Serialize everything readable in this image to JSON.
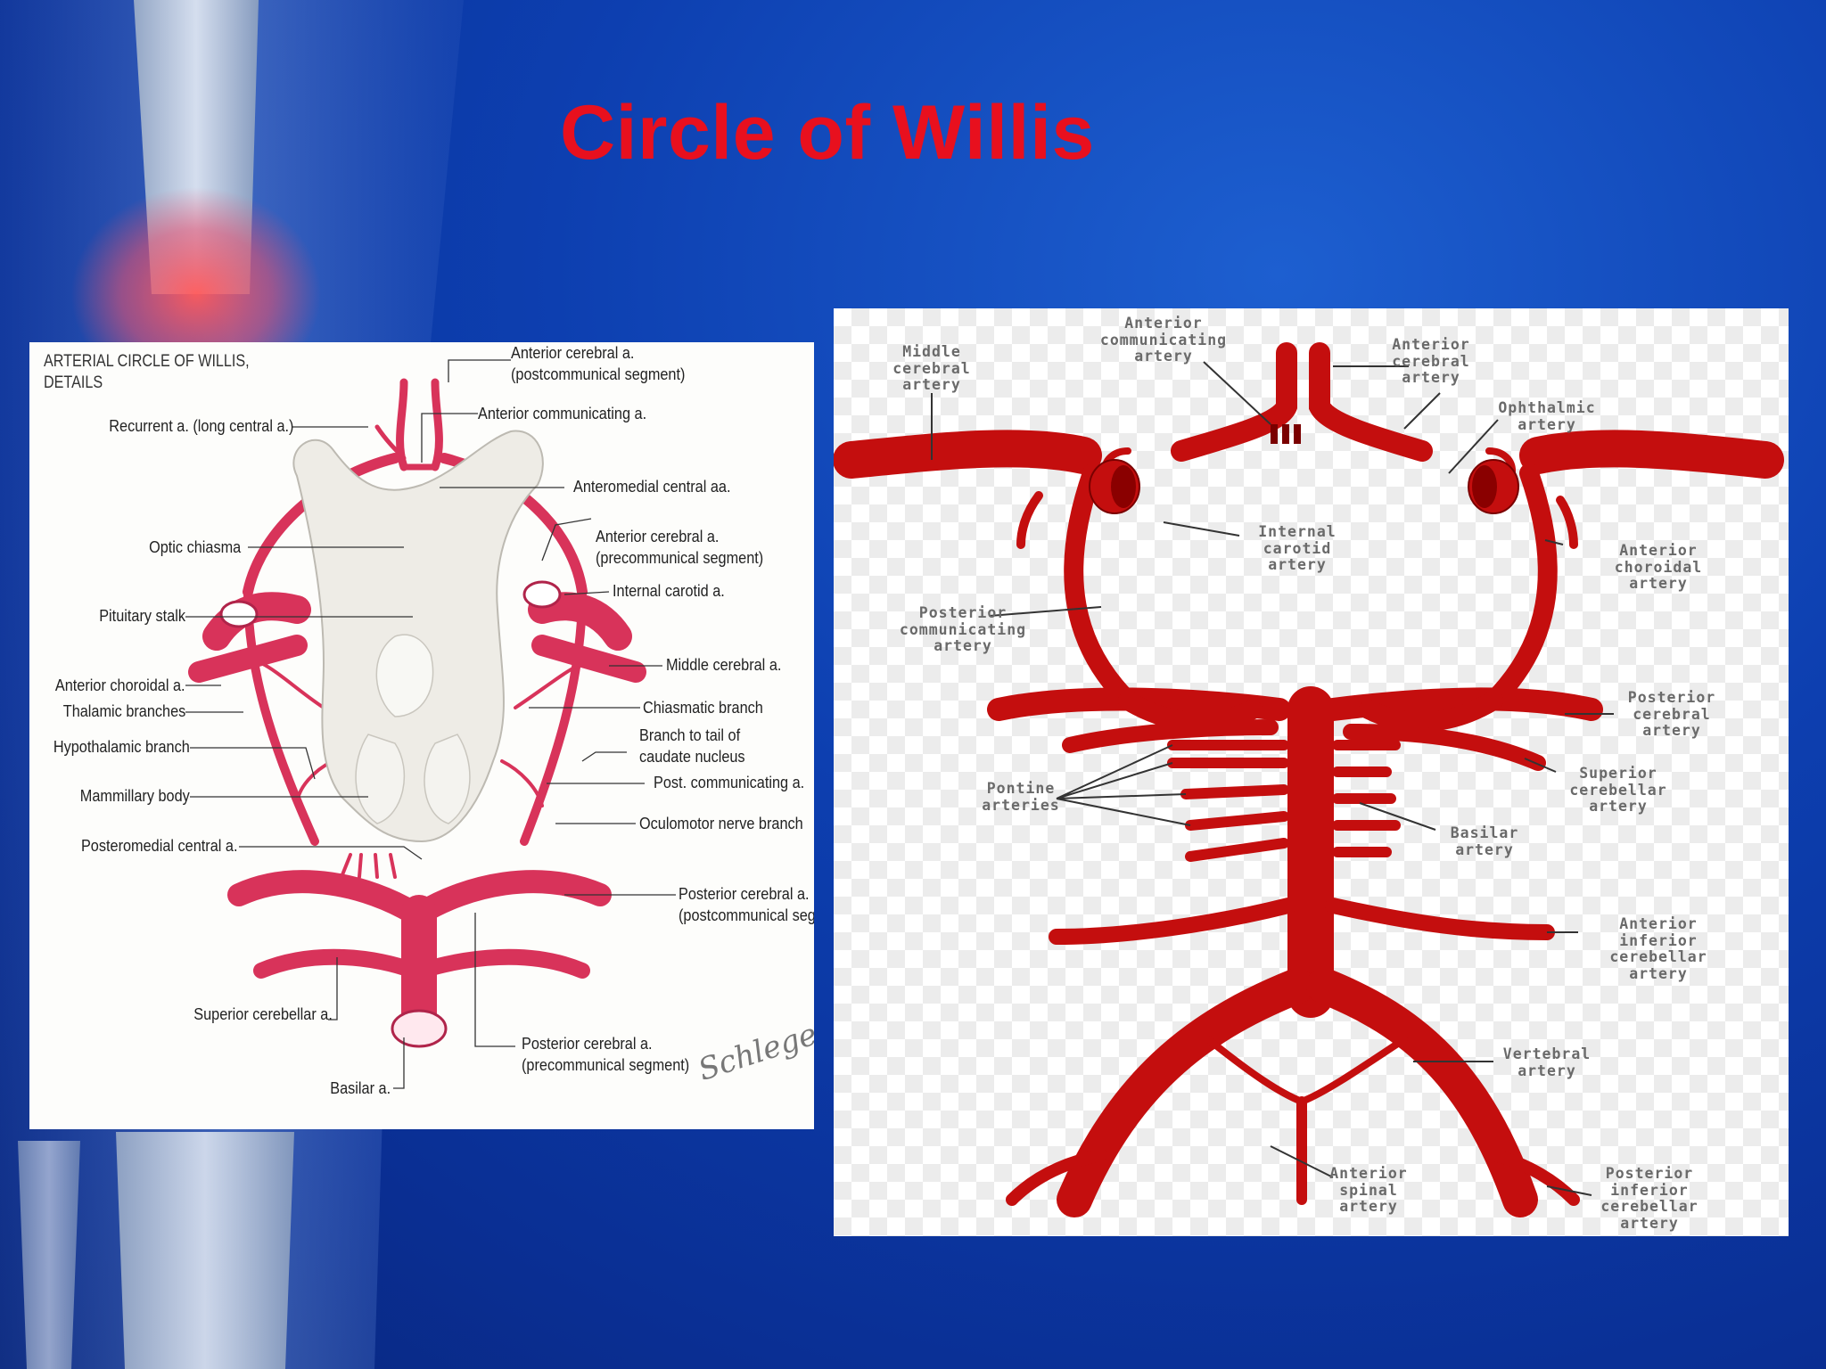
{
  "title": "Circle of Willis",
  "colors": {
    "title": "#e8101e",
    "artery_left": "#d8335a",
    "artery_right": "#c40e0e",
    "background": "#0d3fb0"
  },
  "left_diagram": {
    "heading_line1": "ARTERIAL CIRCLE OF WILLIS,",
    "heading_line2": "DETAILS",
    "labels": {
      "anterior_cerebral_post_1": "Anterior cerebral a.",
      "anterior_cerebral_post_2": "(postcommunical segment)",
      "recurrent": "Recurrent a. (long central a.)",
      "anterior_communicating": "Anterior communicating a.",
      "anteromedial_central": "Anteromedial central aa.",
      "anterior_cerebral_pre_1": "Anterior cerebral a.",
      "anterior_cerebral_pre_2": "(precommunical segment)",
      "optic_chiasma": "Optic chiasma",
      "internal_carotid": "Internal carotid a.",
      "pituitary_stalk": "Pituitary stalk",
      "middle_cerebral": "Middle cerebral a.",
      "anterior_choroidal": "Anterior choroidal a.",
      "thalamic_branches": "Thalamic branches",
      "chiasmatic_branch": "Chiasmatic branch",
      "branch_tail_1": "Branch to tail of",
      "branch_tail_2": "caudate nucleus",
      "hypothalamic_branch": "Hypothalamic branch",
      "post_communicating": "Post. communicating a.",
      "mammillary_body": "Mammillary body",
      "oculomotor_branch": "Oculomotor nerve branch",
      "posteromedial_central": "Posteromedial central a.",
      "posterior_cerebral_post_1": "Posterior cerebral a.",
      "posterior_cerebral_post_2": "(postcommunical segment)",
      "superior_cerebellar": "Superior cerebellar a.",
      "posterior_cerebral_pre_1": "Posterior cerebral a.",
      "posterior_cerebral_pre_2": "(precommunical segment)",
      "basilar": "Basilar a."
    }
  },
  "right_diagram": {
    "labels": {
      "anterior_communicating": "Anterior\ncommunicating\nartery",
      "middle_cerebral": "Middle\ncerebral\nartery",
      "anterior_cerebral": "Anterior\ncerebral\nartery",
      "ophthalmic": "Ophthalmic\nartery",
      "internal_carotid": "Internal\ncarotid\nartery",
      "anterior_choroidal": "Anterior\nchoroidal\nartery",
      "posterior_communicating": "Posterior\ncommunicating\nartery",
      "posterior_cerebral": "Posterior\ncerebral\nartery",
      "superior_cerebellar": "Superior\ncerebellar\nartery",
      "pontine": "Pontine\narteries",
      "basilar": "Basilar\nartery",
      "anterior_inferior_cerebellar": "Anterior\ninferior\ncerebellar\nartery",
      "vertebral": "Vertebral\nartery",
      "anterior_spinal": "Anterior\nspinal\nartery",
      "posterior_inferior_cerebellar": "Posterior\ninferior\ncerebellar\nartery"
    }
  }
}
